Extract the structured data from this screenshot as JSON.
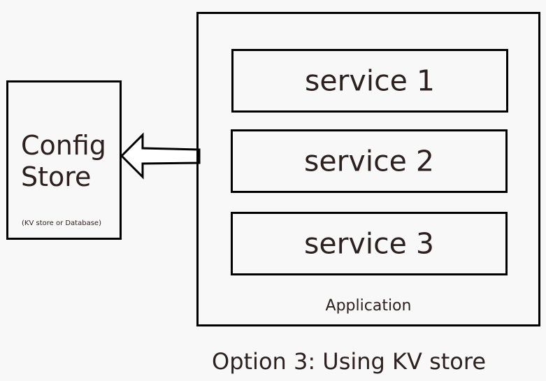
{
  "config_store": {
    "title_line1": "Config",
    "title_line2": "Store",
    "subtitle": "(KV store or Database)"
  },
  "application": {
    "label": "Application",
    "services": [
      "service 1",
      "service 2",
      "service 3"
    ]
  },
  "caption": "Option 3: Using KV store"
}
